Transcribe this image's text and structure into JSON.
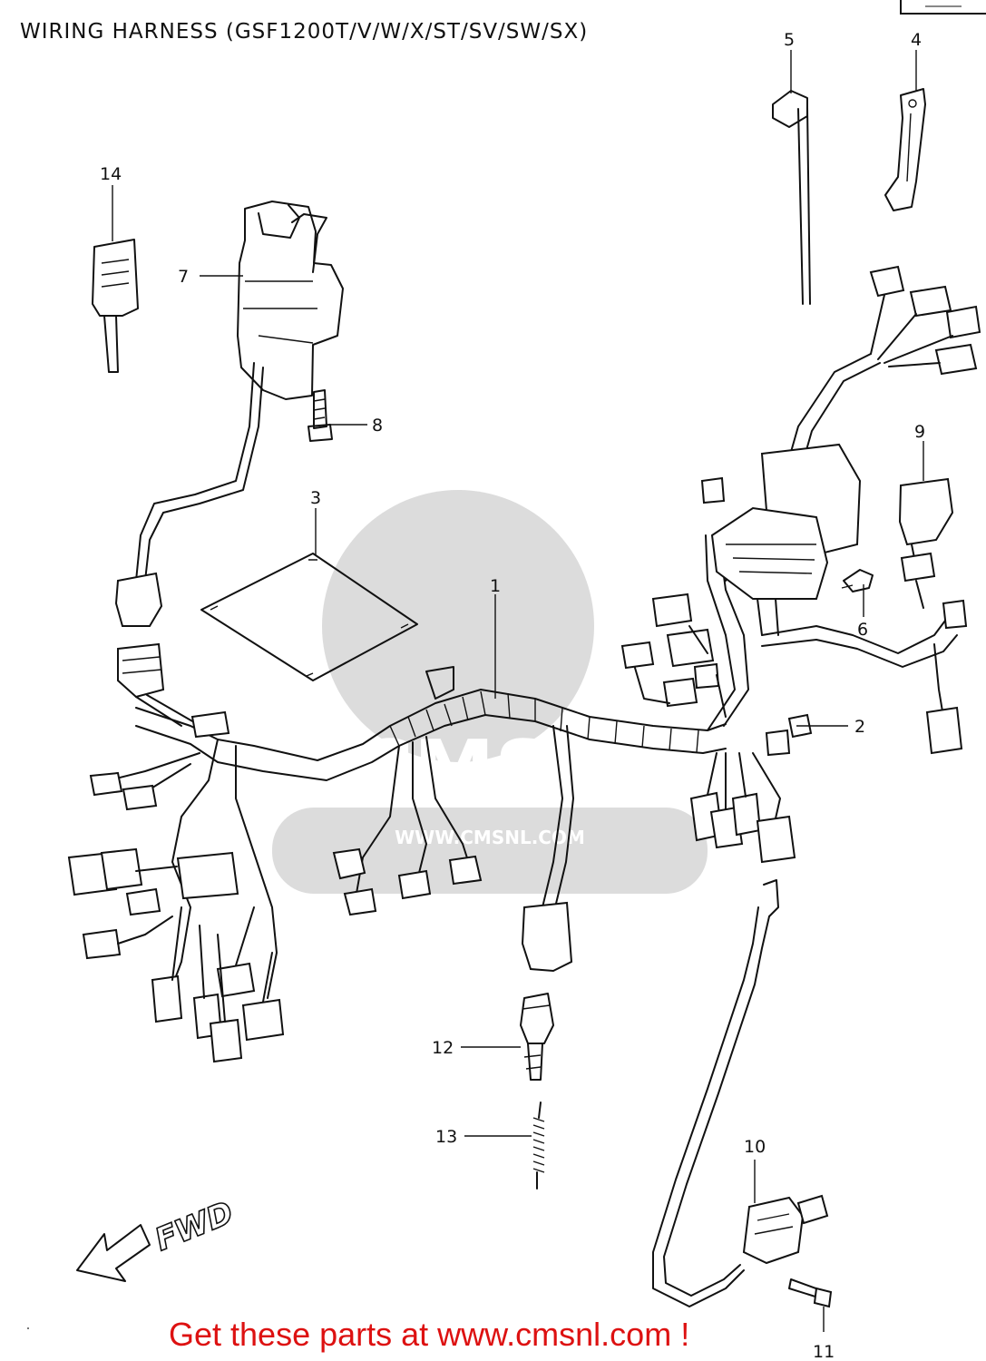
{
  "title": "WIRING HARNESS (GSF1200T/V/W/X/ST/SV/SW/SX)",
  "cta": "Get these parts at www.cmsnl.com !",
  "watermark": {
    "brand": "CMS",
    "url": "WWW.CMSNL.COM",
    "color": "#dcdcdc"
  },
  "direction_label": "FWD",
  "callouts": {
    "p1": "1",
    "p2": "2",
    "p3": "3",
    "p4": "4",
    "p5": "5",
    "p6": "6",
    "p7": "7",
    "p8": "8",
    "p9": "9",
    "p10": "10",
    "p11": "11",
    "p12": "12",
    "p13": "13",
    "p14": "14"
  },
  "colors": {
    "ink": "#111111",
    "cta": "#dd1111"
  }
}
